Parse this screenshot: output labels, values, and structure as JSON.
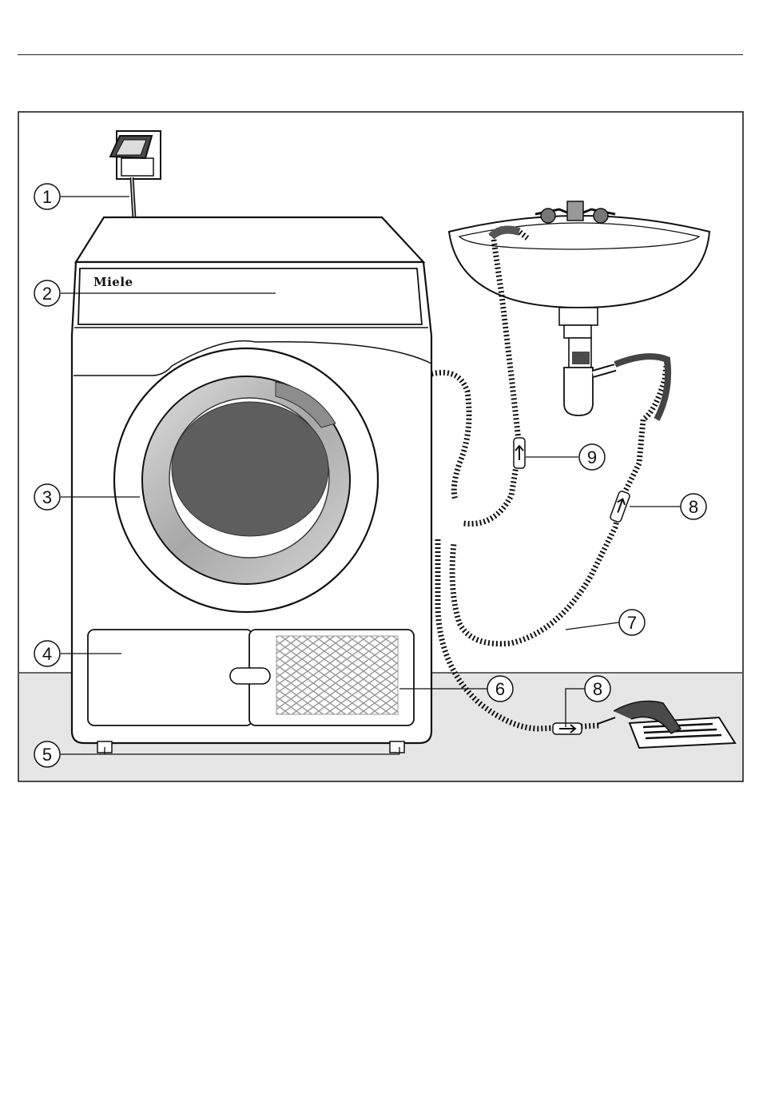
{
  "brand": {
    "logo_text": "Miele"
  },
  "callouts": [
    {
      "id": "c1",
      "label": "1"
    },
    {
      "id": "c2",
      "label": "2"
    },
    {
      "id": "c3",
      "label": "3"
    },
    {
      "id": "c4",
      "label": "4"
    },
    {
      "id": "c5",
      "label": "5"
    },
    {
      "id": "c6",
      "label": "6"
    },
    {
      "id": "c7",
      "label": "7"
    },
    {
      "id": "c8a",
      "label": "8"
    },
    {
      "id": "c8b",
      "label": "8"
    },
    {
      "id": "c9",
      "label": "9"
    }
  ],
  "colors": {
    "floor": "#e6e6e6",
    "drum_dark": "#5e5e5e",
    "door_ring": "#bdbdbd",
    "outline": "#1a1a1a"
  }
}
